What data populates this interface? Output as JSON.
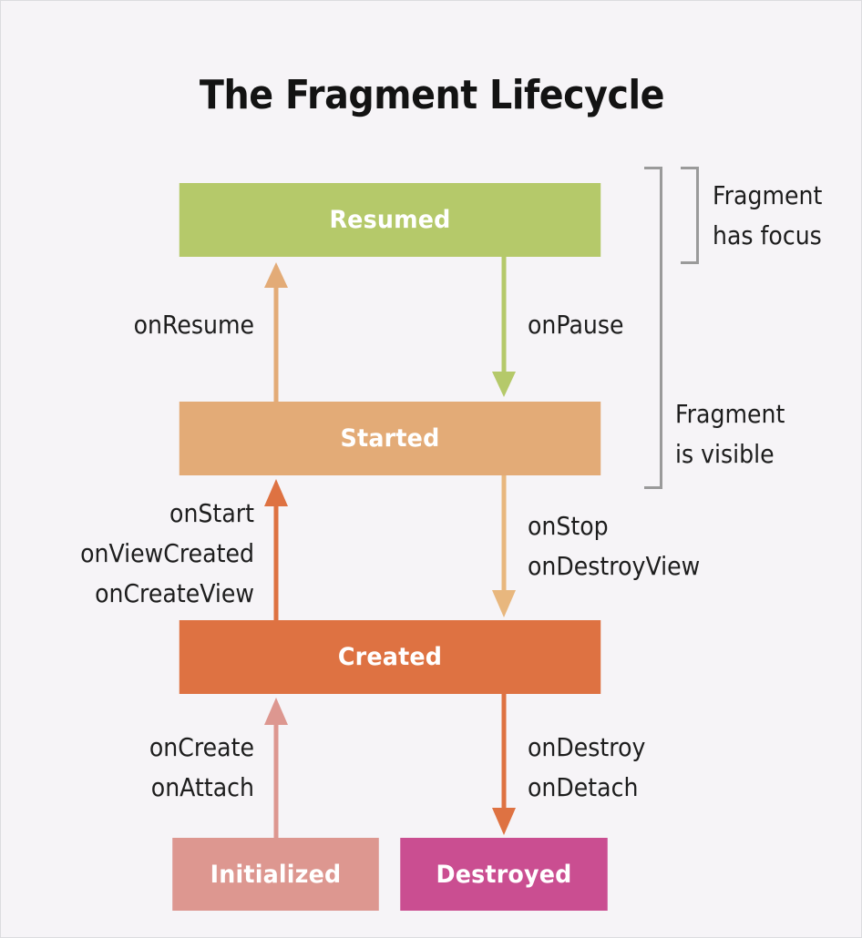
{
  "diagram": {
    "title": "The Fragment Lifecycle",
    "background_color": "#f6f4f7",
    "text_color": "#1d1d1d",
    "states": [
      {
        "id": "resumed",
        "label": "Resumed",
        "color": "#b5c96a"
      },
      {
        "id": "started",
        "label": "Started",
        "color": "#e3ab77"
      },
      {
        "id": "created",
        "label": "Created",
        "color": "#de7242"
      },
      {
        "id": "initialized",
        "label": "Initialized",
        "color": "#dd9790"
      },
      {
        "id": "destroyed",
        "label": "Destroyed",
        "color": "#ca4e91"
      }
    ],
    "transitions": [
      {
        "id": "onresume",
        "label": "onResume",
        "from": "started",
        "to": "resumed",
        "direction": "up",
        "color": "#e3ab77"
      },
      {
        "id": "onpause",
        "label": "onPause",
        "from": "resumed",
        "to": "started",
        "direction": "down",
        "color": "#b5c96a"
      },
      {
        "id": "onstart",
        "label": "onStart\nonViewCreated\nonCreateView",
        "from": "created",
        "to": "started",
        "direction": "up",
        "color": "#de7242"
      },
      {
        "id": "onstop",
        "label": "onStop\nonDestroyView",
        "from": "started",
        "to": "created",
        "direction": "down",
        "color": "#e8b77e"
      },
      {
        "id": "oncreate",
        "label": "onCreate\nonAttach",
        "from": "initialized",
        "to": "created",
        "direction": "up",
        "color": "#dd9790"
      },
      {
        "id": "ondestroy",
        "label": "onDestroy\nonDetach",
        "from": "created",
        "to": "destroyed",
        "direction": "down",
        "color": "#de7242"
      }
    ],
    "brackets": [
      {
        "id": "focus",
        "label": "Fragment\nhas focus",
        "covers": [
          "resumed"
        ],
        "color": "#9a9a9a"
      },
      {
        "id": "visible",
        "label": "Fragment\nis visible",
        "covers": [
          "resumed",
          "started"
        ],
        "color": "#9a9a9a"
      }
    ]
  }
}
